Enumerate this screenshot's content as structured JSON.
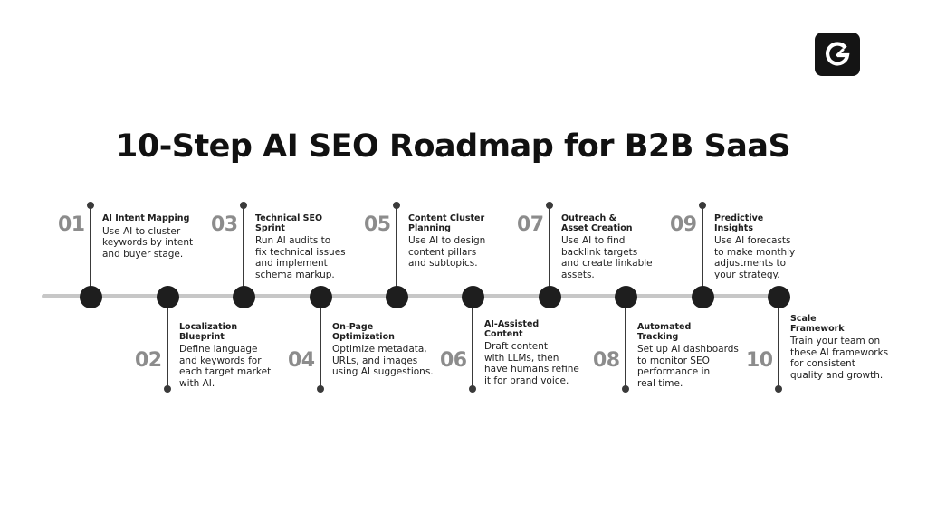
{
  "title": "10-Step AI SEO Roadmap for B2B SaaS",
  "colors": {
    "node": "#1e1e1e",
    "axis": "#c7c7c7",
    "number": "#8c8c8c",
    "text": "#1e1e1e"
  },
  "logo_icon": "g-gauge-logo-icon",
  "steps": [
    {
      "num": "01",
      "title": [
        "AI Intent Mapping"
      ],
      "desc": [
        "Use AI to cluster",
        "keywords by intent",
        "and buyer stage."
      ]
    },
    {
      "num": "02",
      "title": [
        "Localization",
        "Blueprint"
      ],
      "desc": [
        "Define language",
        "and keywords for",
        "each target market",
        "with AI."
      ]
    },
    {
      "num": "03",
      "title": [
        "Technical SEO",
        "Sprint"
      ],
      "desc": [
        "Run AI audits to",
        "fix technical issues",
        "and implement",
        "schema markup."
      ]
    },
    {
      "num": "04",
      "title": [
        "On-Page",
        "Optimization"
      ],
      "desc": [
        "Optimize metadata,",
        "URLs, and images",
        "using AI suggestions."
      ]
    },
    {
      "num": "05",
      "title": [
        "Content Cluster",
        "Planning"
      ],
      "desc": [
        "Use AI to design",
        "content pillars",
        "and subtopics."
      ]
    },
    {
      "num": "06",
      "title": [
        "AI-Assisted",
        "Content"
      ],
      "desc": [
        "Draft content",
        "with LLMs, then",
        "have humans refine",
        "it for brand voice."
      ]
    },
    {
      "num": "07",
      "title": [
        "Outreach &",
        "Asset Creation"
      ],
      "desc": [
        "Use AI to find",
        "backlink targets",
        "and create linkable",
        "assets."
      ]
    },
    {
      "num": "08",
      "title": [
        "Automated",
        "Tracking"
      ],
      "desc": [
        "Set up AI dashboards",
        "to monitor SEO",
        "performance in",
        "real time."
      ]
    },
    {
      "num": "09",
      "title": [
        "Predictive",
        "Insights"
      ],
      "desc": [
        "Use AI forecasts",
        "to make monthly",
        "adjustments to",
        "your strategy."
      ]
    },
    {
      "num": "10",
      "title": [
        "Scale",
        "Framework"
      ],
      "desc": [
        "Train your team on",
        "these AI frameworks",
        "for consistent",
        "quality and growth."
      ]
    }
  ]
}
